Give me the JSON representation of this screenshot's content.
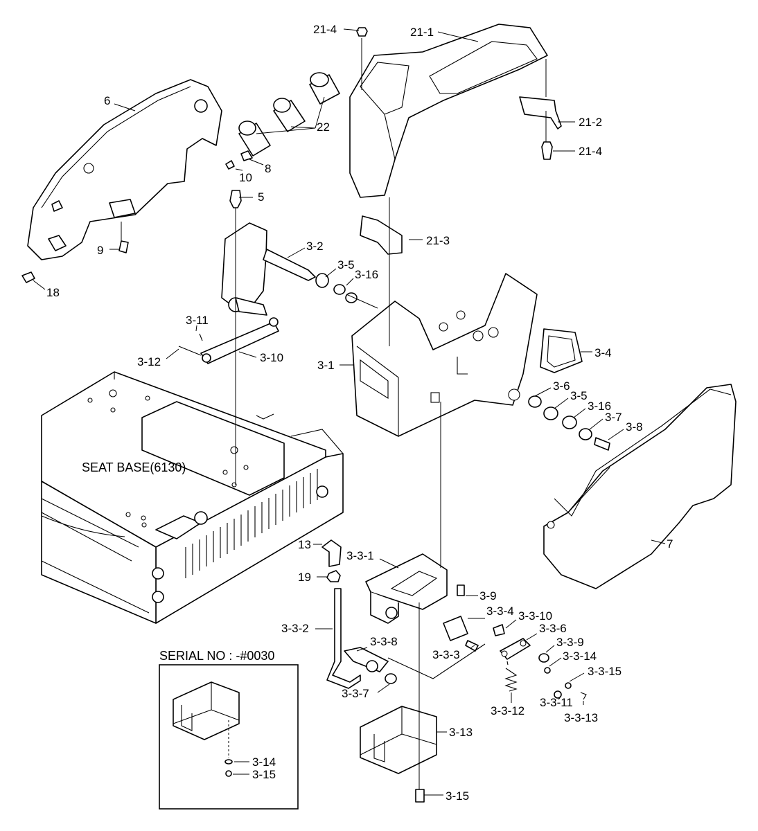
{
  "labels": {
    "l_21_4_top": "21-4",
    "l_21_1": "21-1",
    "l_21_2": "21-2",
    "l_21_4_right": "21-4",
    "l_21_3": "21-3",
    "l_22": "22",
    "l_6": "6",
    "l_10": "10",
    "l_8": "8",
    "l_5": "5",
    "l_9": "9",
    "l_18": "18",
    "l_3_2": "3-2",
    "l_3_5_top": "3-5",
    "l_3_16_top": "3-16",
    "l_3_11": "3-11",
    "l_3_12": "3-12",
    "l_3_10": "3-10",
    "l_3_1": "3-1",
    "l_3_4": "3-4",
    "l_3_6": "3-6",
    "l_3_5_right": "3-5",
    "l_3_16_right": "3-16",
    "l_3_7": "3-7",
    "l_3_8": "3-8",
    "l_7": "7",
    "l_13": "13",
    "l_19": "19",
    "l_3_3_1": "3-3-1",
    "l_3_9": "3-9",
    "l_3_3_4": "3-3-4",
    "l_3_3_10": "3-3-10",
    "l_3_3_6": "3-3-6",
    "l_3_3_2": "3-3-2",
    "l_3_3_8": "3-3-8",
    "l_3_3_3": "3-3-3",
    "l_3_3_9": "3-3-9",
    "l_3_3_14": "3-3-14",
    "l_3_3_15": "3-3-15",
    "l_3_3_7": "3-3-7",
    "l_3_3_12": "3-3-12",
    "l_3_3_11": "3-3-11",
    "l_3_3_13": "3-3-13",
    "l_3_13": "3-13",
    "l_3_15_bottom": "3-15",
    "l_3_14_inset": "3-14",
    "l_3_15_inset": "3-15"
  },
  "seat_base_label": "SEAT BASE(6130)",
  "serial_note": "SERIAL NO : -#0030"
}
